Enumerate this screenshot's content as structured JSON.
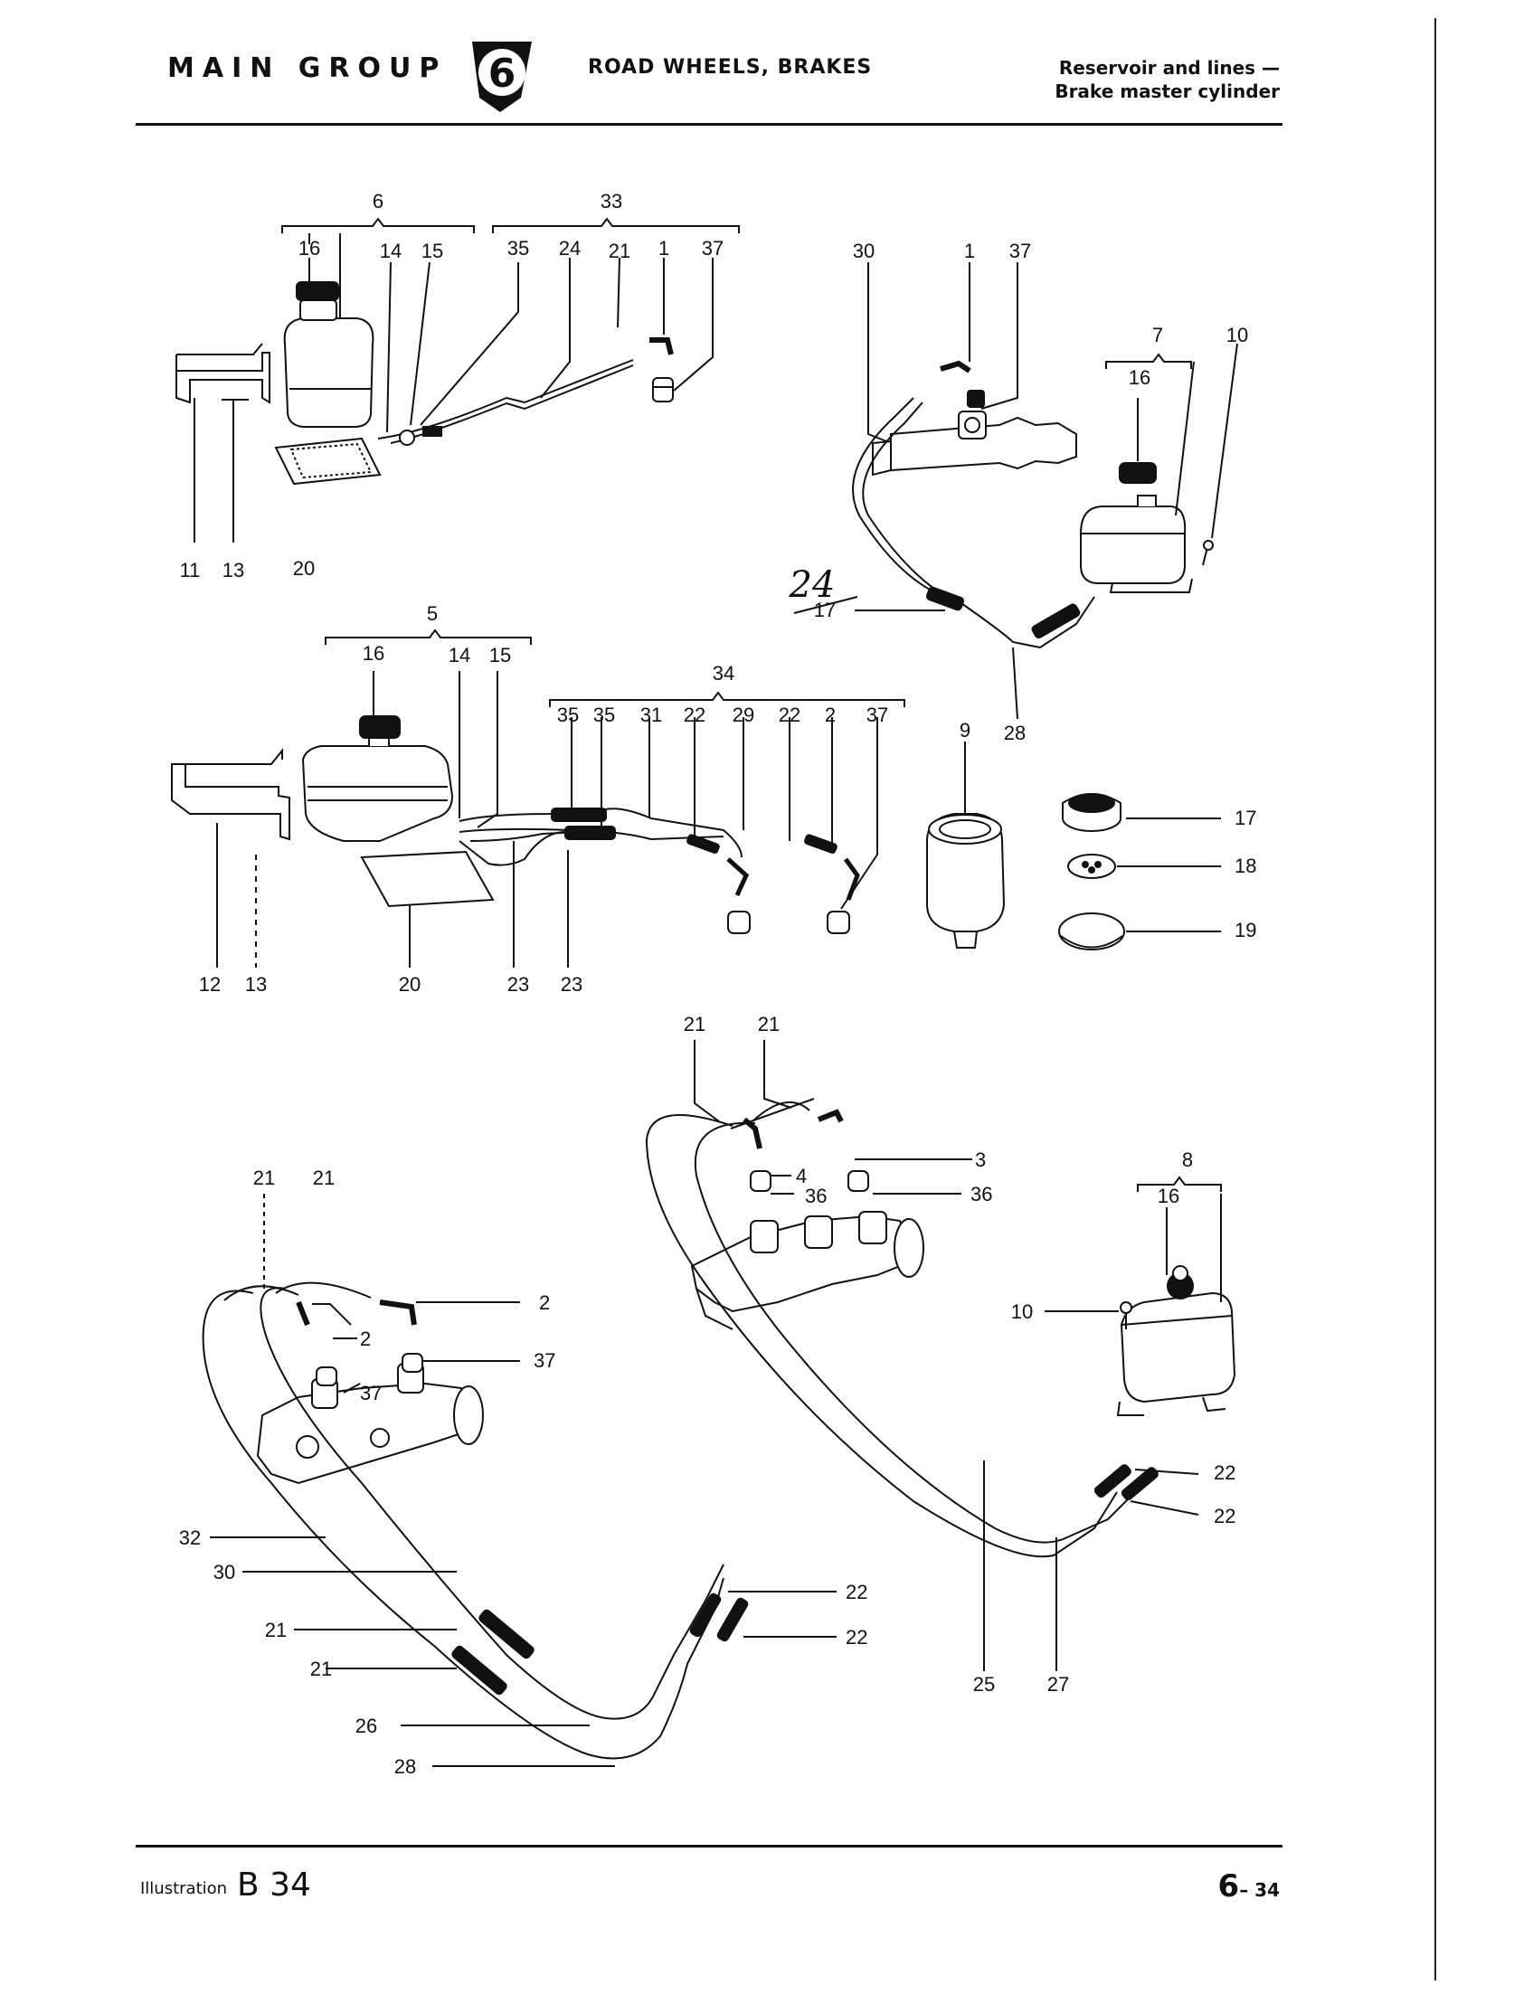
{
  "header": {
    "main_group": "MAIN GROUP",
    "group_number": "6",
    "section": "ROAD WHEELS, BRAKES",
    "title_line1": "Reservoir and lines —",
    "title_line2": "Brake master cylinder"
  },
  "footer": {
    "illustration_label": "Illustration",
    "illustration_code": "B 34",
    "page_main": "6",
    "page_sub": "– 34"
  },
  "handwritten_note": "24",
  "labels": {
    "a6": "6",
    "a33": "33",
    "a16": "16",
    "a14": "14",
    "a15": "15",
    "a35": "35",
    "a24": "24",
    "a21": "21",
    "a1": "1",
    "a37": "37",
    "a11": "11",
    "a13": "13",
    "a20": "20",
    "b30": "30",
    "b1": "1",
    "b37": "37",
    "b7": "7",
    "b10": "10",
    "b16": "16",
    "b17": "17",
    "b28": "28",
    "c5": "5",
    "c16": "16",
    "c14": "14",
    "c15": "15",
    "c34": "34",
    "c35a": "35",
    "c35b": "35",
    "c31": "31",
    "c22a": "22",
    "c29": "29",
    "c22b": "22",
    "c2": "2",
    "c37": "37",
    "c12": "12",
    "c13": "13",
    "c20": "20",
    "c23a": "23",
    "c23b": "23",
    "d9": "9",
    "d17": "17",
    "d18": "18",
    "d19": "19",
    "e21a": "21",
    "e21b": "21",
    "e3": "3",
    "e4": "4",
    "e36a": "36",
    "e36b": "36",
    "e8": "8",
    "e16": "16",
    "e10": "10",
    "e22a": "22",
    "e22b": "22",
    "e25": "25",
    "e27": "27",
    "f21a": "21",
    "f21b": "21",
    "f2a": "2",
    "f2b": "2",
    "f37a": "37",
    "f37b": "37",
    "f32": "32",
    "f30": "30",
    "f21c": "21",
    "f21d": "21",
    "f26": "26",
    "f28": "28",
    "f22a": "22",
    "f22b": "22"
  }
}
